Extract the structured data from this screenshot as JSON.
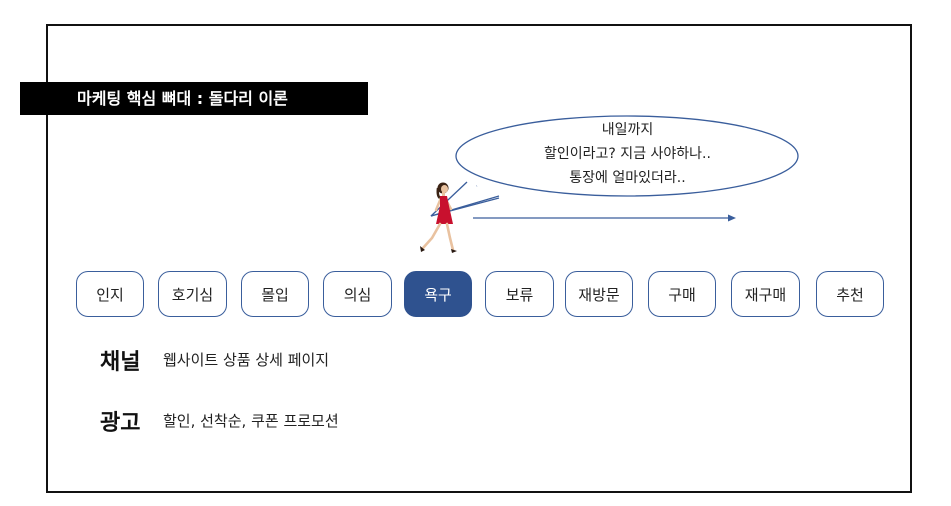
{
  "title": "마케팅 핵심 뼈대 : 돌다리 이론",
  "bubble": {
    "lines": [
      "내일까지",
      "할인이라고? 지금 사야하나..",
      "통장에 얼마있더라.."
    ]
  },
  "stages": [
    "인지",
    "호기심",
    "몰입",
    "의심",
    "욕구",
    "보류",
    "재방문",
    "구매",
    "재구매",
    "추천"
  ],
  "active_stage": "욕구",
  "rows": {
    "channel": {
      "label": "채널",
      "text": "웹사이트 상품 상세 페이지"
    },
    "ad": {
      "label": "광고",
      "text": "할인, 선착순, 쿠폰 프로모션"
    }
  },
  "colors": {
    "accent": "#2f528f",
    "outline": "#3a5e9c",
    "dress": "#c8102e"
  },
  "icons": {
    "walker": "walking-woman-icon",
    "arrow": "right-arrow-icon"
  }
}
